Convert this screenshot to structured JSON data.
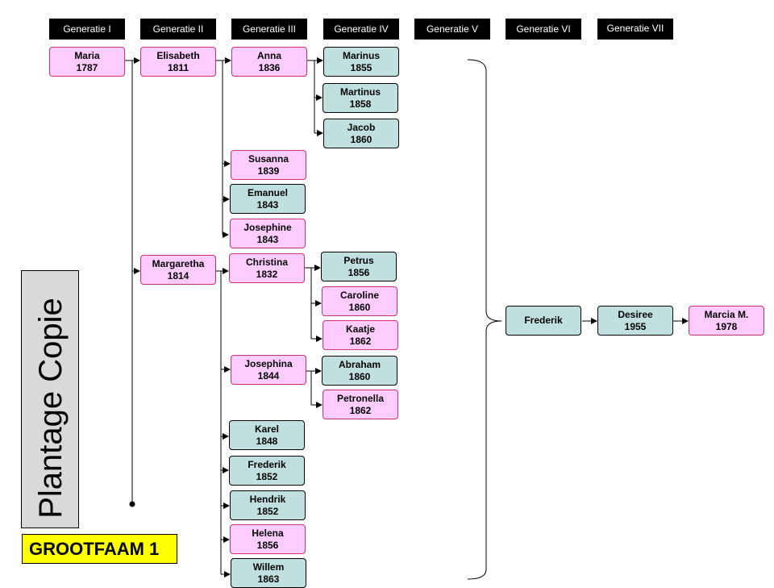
{
  "generations": [
    "Generatie I",
    "Generatie II",
    "Generatie III",
    "Generatie IV",
    "Generatie V",
    "Generatie VI",
    "Generatie VII"
  ],
  "nodes": {
    "maria": {
      "name": "Maria",
      "year": "1787"
    },
    "elisabeth": {
      "name": "Elisabeth",
      "year": "1811"
    },
    "margaretha": {
      "name": "Margaretha",
      "year": "1814"
    },
    "anna": {
      "name": "Anna",
      "year": "1836"
    },
    "susanna": {
      "name": "Susanna",
      "year": "1839"
    },
    "emanuel": {
      "name": "Emanuel",
      "year": "1843"
    },
    "josephine": {
      "name": "Josephine",
      "year": "1843"
    },
    "christina": {
      "name": "Christina",
      "year": "1832"
    },
    "josephina": {
      "name": "Josephina",
      "year": "1844"
    },
    "karel": {
      "name": "Karel",
      "year": "1848"
    },
    "frederik3": {
      "name": "Frederik",
      "year": "1852"
    },
    "hendrik": {
      "name": "Hendrik",
      "year": "1852"
    },
    "helena": {
      "name": "Helena",
      "year": "1856"
    },
    "willem": {
      "name": "Willem",
      "year": "1863"
    },
    "marinus": {
      "name": "Marinus",
      "year": "1855"
    },
    "martinus": {
      "name": "Martinus",
      "year": "1858"
    },
    "jacob": {
      "name": "Jacob",
      "year": "1860"
    },
    "petrus": {
      "name": "Petrus",
      "year": "1856"
    },
    "caroline": {
      "name": "Caroline",
      "year": "1860"
    },
    "kaatje": {
      "name": "Kaatje",
      "year": "1862"
    },
    "abraham": {
      "name": "Abraham",
      "year": "1860"
    },
    "petronella": {
      "name": "Petronella",
      "year": "1862"
    },
    "frederik6": {
      "name": "Frederik",
      "year": ""
    },
    "desiree": {
      "name": "Desiree",
      "year": "1955"
    },
    "marcia": {
      "name": "Marcia M.",
      "year": "1978"
    }
  },
  "side_label": "Plantage Copie",
  "badge": "GROOTFAAM 1",
  "colors": {
    "female": "#ffccff",
    "male": "#c0e0e0",
    "badge": "#ffff00",
    "header": "#000000"
  }
}
